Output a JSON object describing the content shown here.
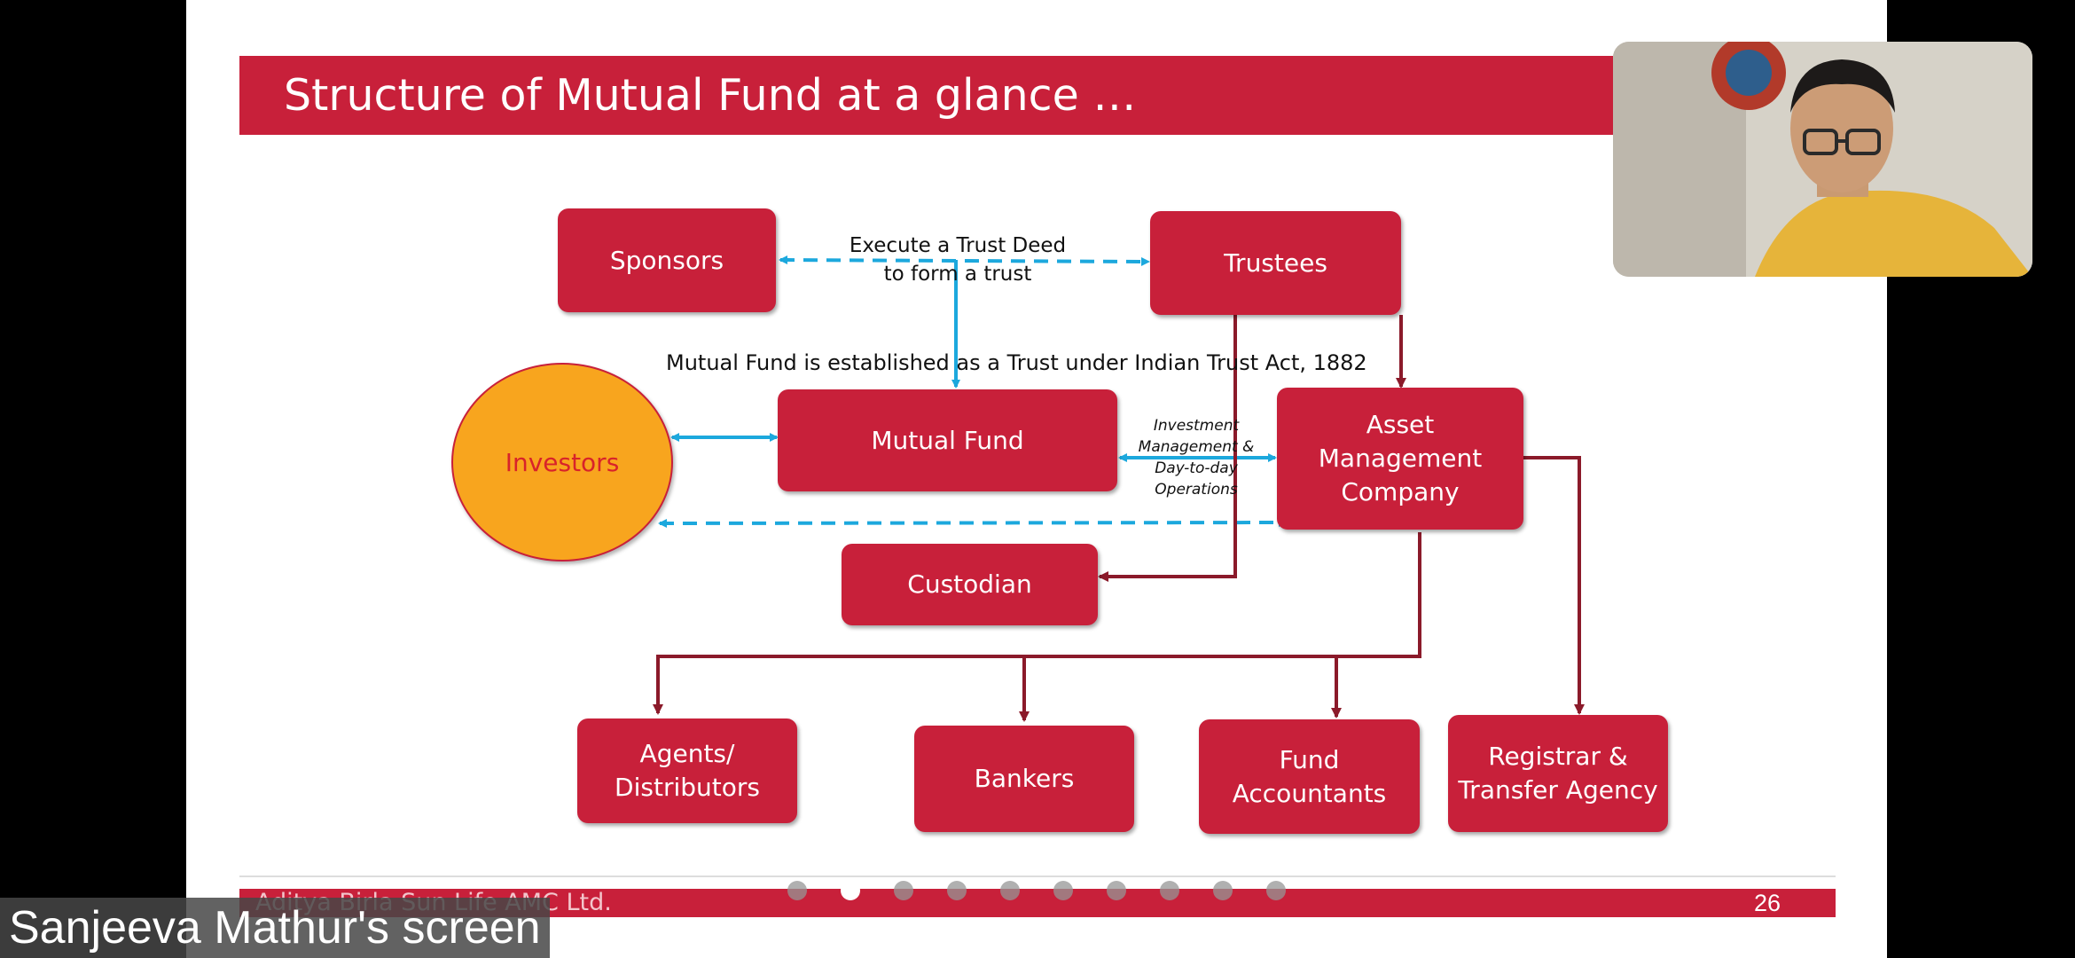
{
  "slide": {
    "title": "Structure of Mutual Fund at a glance …",
    "boxes": {
      "sponsors": "Sponsors",
      "trustees": "Trustees",
      "mutual_fund": "Mutual Fund",
      "investors": "Investors",
      "amc": "Asset\nManagement\nCompany",
      "custodian": "Custodian",
      "agents": "Agents/\nDistributors",
      "bankers": "Bankers",
      "fund_accountants": "Fund\nAccountants",
      "registrar": "Registrar &\nTransfer Agency"
    },
    "labels": {
      "trust_deed": "Execute a Trust Deed\nto form a trust",
      "established": "Mutual Fund is established as a Trust under Indian Trust Act, 1882",
      "investment": "Investment\nManagement &\nDay-to-day\nOperations"
    },
    "footer": {
      "company": "Aditya Birla Sun Life AMC Ltd.",
      "page_number": "26"
    }
  },
  "pager": {
    "total": 10,
    "active_index": 1
  },
  "caption": "Sanjeeva Mathur's screen",
  "colors": {
    "box_red": "#c8203a",
    "oval_orange": "#f8a51e",
    "arrow_blue": "#1ca8dd",
    "arrow_dark": "#8b1a2a"
  }
}
